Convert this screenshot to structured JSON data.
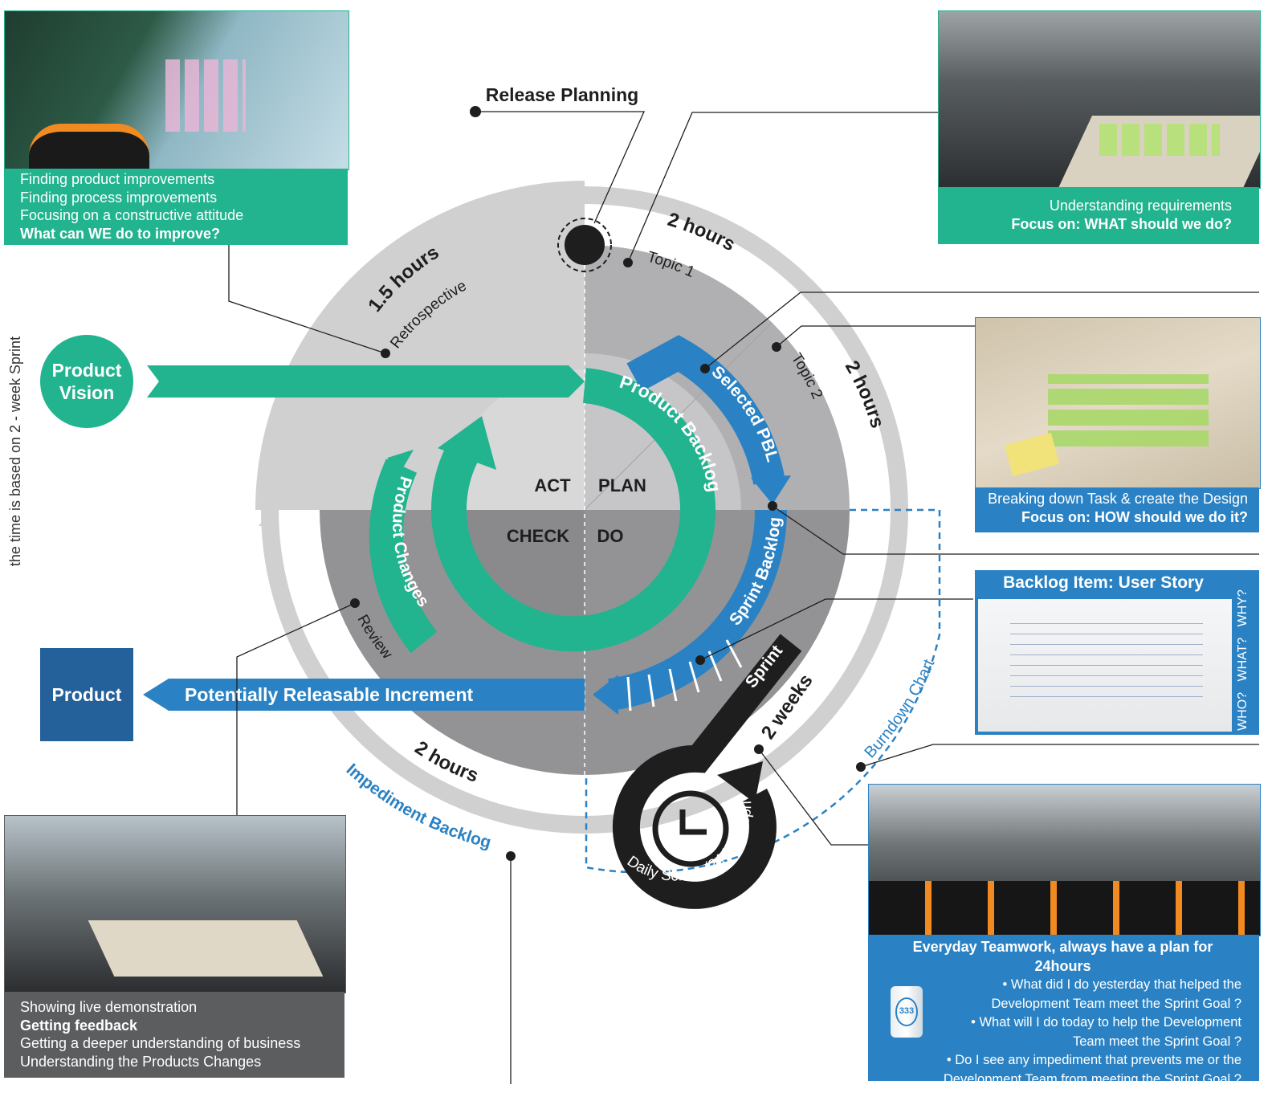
{
  "side_note": "the time is based on 2 - week Sprint",
  "release_planning": "Release Planning",
  "product_vision": {
    "line1": "Product",
    "line2": "Vision"
  },
  "product_box": "Product",
  "increment_label": "Potentially Releasable Increment",
  "quadrants": {
    "act": "ACT",
    "plan": "PLAN",
    "check": "CHECK",
    "do": "DO"
  },
  "arc_labels": {
    "product_backlog": "Product Backlog",
    "selected_pbl": "Selected PBL",
    "sprint_backlog": "Sprint Backlog",
    "product_changes": "Product Changes",
    "sprint": "Sprint",
    "daily_scrum": "Daily Scrum (24-hour Sprint)",
    "burndown": "Burndown Chart",
    "impediment": "Impediment Backlog"
  },
  "ring_labels": {
    "retro_time": "1.5 hours",
    "retro": "Retrospective",
    "topic1_time": "2 hours",
    "topic1": "Topic 1",
    "topic2_time": "2 hours",
    "topic2": "Topic 2",
    "review_time": "2 hours",
    "review": "Review",
    "sprint_time": "2 weeks"
  },
  "card_retro": {
    "l1": "Finding product improvements",
    "l2": "Finding process improvements",
    "l3": "Focusing on a constructive attitude",
    "l4": "What can WE do to improve?"
  },
  "card_topic1": {
    "l1": "Understanding requirements",
    "l2": "Focus on: WHAT should we do?"
  },
  "card_topic2": {
    "l1": "Breaking down Task & create the Design",
    "l2": "Focus on: HOW should we do it?"
  },
  "card_story": {
    "title": "Backlog Item: User Story",
    "side": "WHO?   WHAT?   WHY?"
  },
  "card_review": {
    "l1": "Showing live demonstration",
    "l2": "Getting feedback",
    "l3": "Getting a deeper understanding of business",
    "l4": "Understanding the Products Changes"
  },
  "card_daily": {
    "title": "Everyday Teamwork, always have a plan for 24hours",
    "q1a": "• What did I do yesterday that helped the",
    "q1b": "Development Team meet the Sprint Goal ?",
    "q2a": "• What will I do today to help the Development",
    "q2b": "Team meet the Sprint Goal ?",
    "q3a": "• Do I see any impediment that prevents me or the",
    "q3b": "Development Team from meeting the Sprint Goal ?",
    "can_label": "333"
  },
  "colors": {
    "green": "#22b38f",
    "blue": "#2a82c4",
    "dark_blue": "#24609a",
    "light_gray": "#d0d0d1",
    "mid_gray": "#b0b0b2",
    "dark_gray": "#939395",
    "black": "#1e1e1f"
  }
}
